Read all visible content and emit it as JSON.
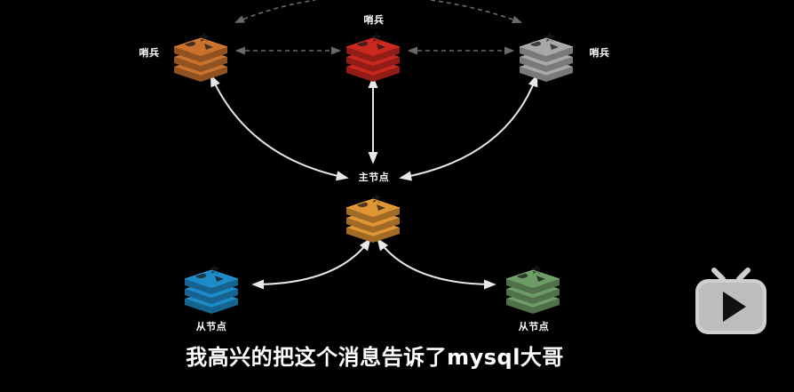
{
  "diagram": {
    "sentinels": [
      {
        "label": "哨兵",
        "color": "#c9722e",
        "label_side": "left"
      },
      {
        "label": "哨兵",
        "color": "#c9281e",
        "label_side": "top"
      },
      {
        "label": "哨兵",
        "color": "#a8a8a8",
        "label_side": "right"
      }
    ],
    "master": {
      "label": "主节点",
      "color": "#df9533"
    },
    "replicas": [
      {
        "label": "从节点",
        "color": "#1f8ac8"
      },
      {
        "label": "从节点",
        "color": "#6e9c66"
      }
    ]
  },
  "subtitle": "我高兴的把这个消息告诉了mysql大哥",
  "watermark": {
    "icon": "tv-play-icon",
    "color": "#cfcfcf"
  }
}
